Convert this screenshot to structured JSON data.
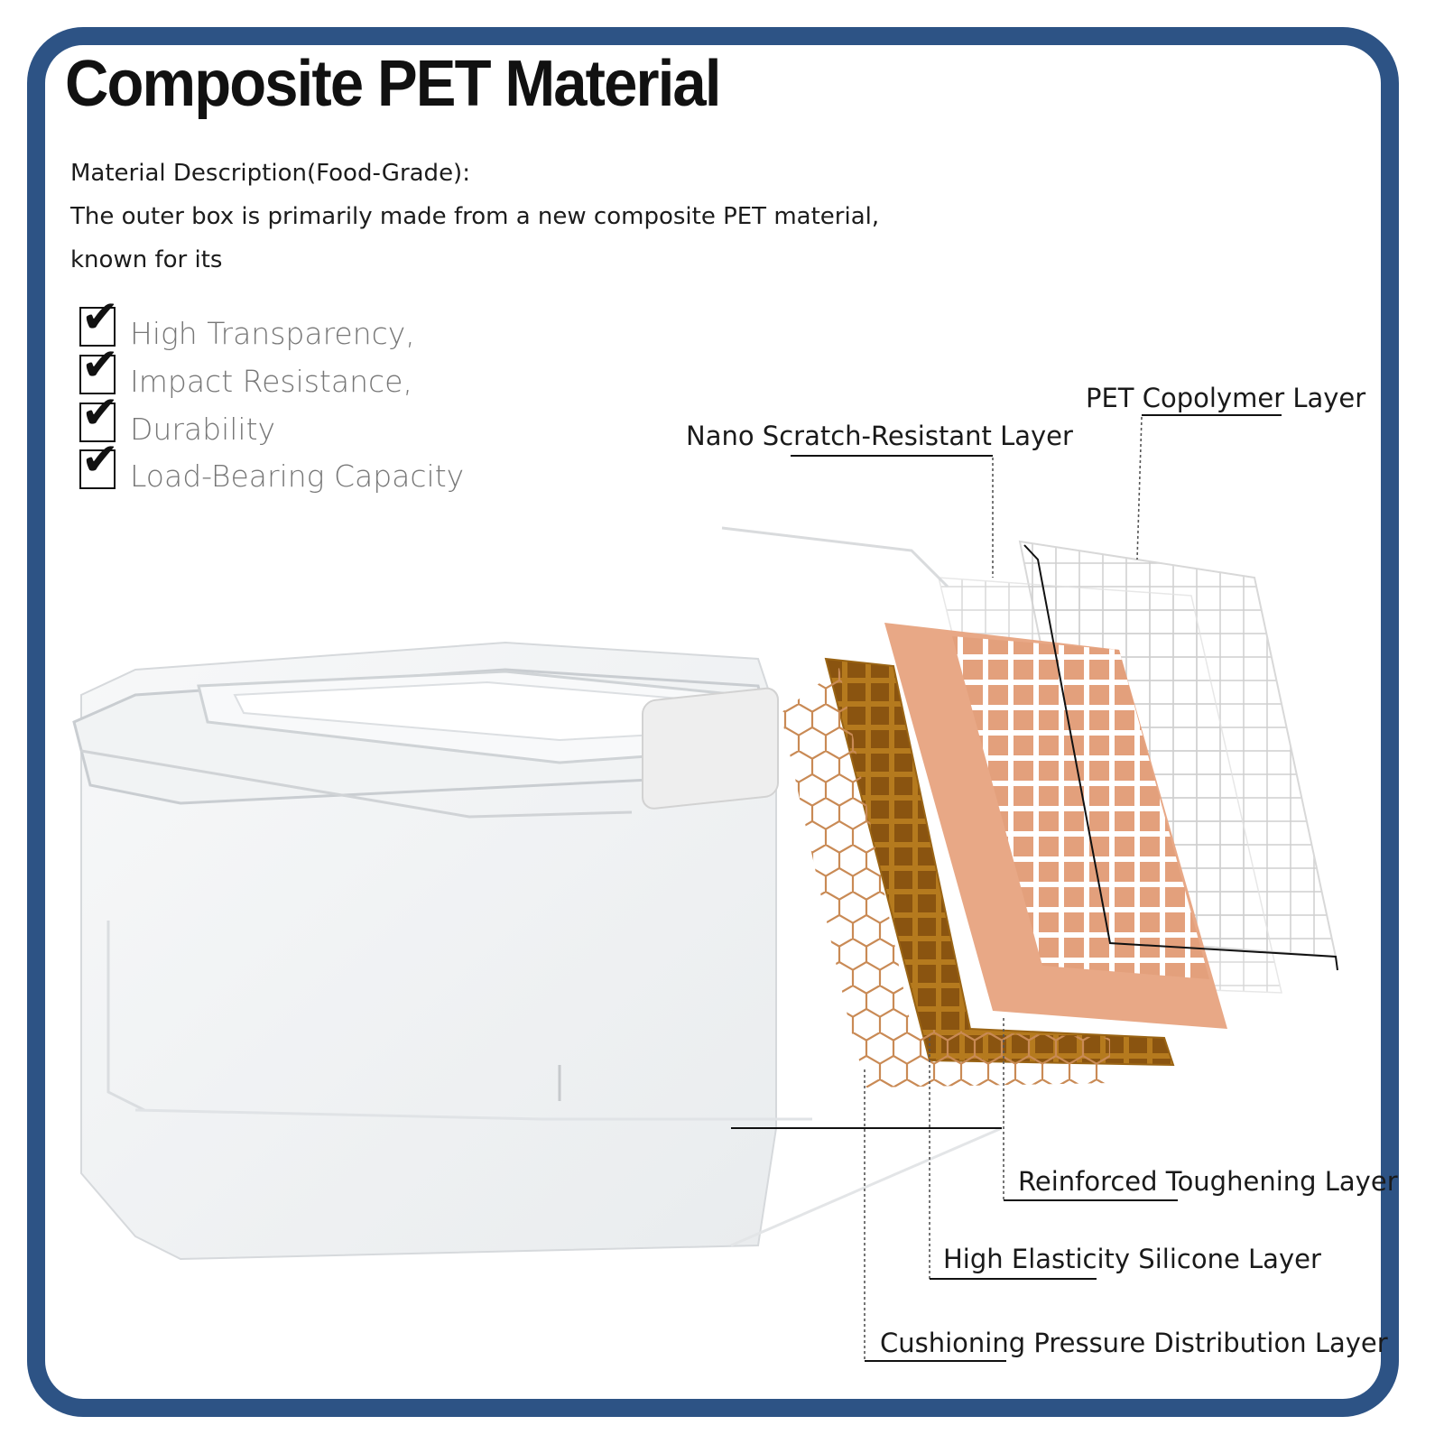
{
  "title": "Composite PET Material",
  "description": {
    "line1": "Material Description(Food-Grade):",
    "line2": "The outer box is primarily made from a new composite PET material,",
    "line3": "known for its"
  },
  "features": [
    {
      "label": "High Transparency,",
      "checked": true
    },
    {
      "label": "Impact Resistance,",
      "checked": true
    },
    {
      "label": "Durability",
      "checked": true
    },
    {
      "label": "Load-Bearing Capacity",
      "checked": true
    }
  ],
  "layers": {
    "pet_copolymer": "PET Copolymer Layer",
    "nano_scratch": "Nano Scratch-Resistant Layer",
    "reinforced_toughening": "Reinforced Toughening Layer",
    "high_elasticity": "High Elasticity Silicone Layer",
    "cushioning": "Cushioning Pressure Distribution Layer"
  },
  "colors": {
    "frame": "#2d5385",
    "copper_sheet": "#e8a886",
    "gold_grid": "#b57a1e",
    "honeycomb": "#c98a55"
  },
  "icons": {
    "checkmark": "checkmark-icon",
    "checkbox": "checkbox-icon"
  }
}
